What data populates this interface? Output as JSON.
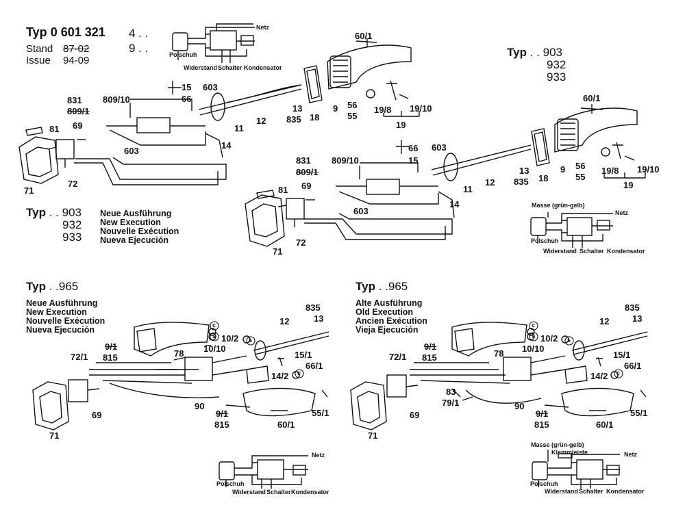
{
  "header": {
    "typ_word": "Typ",
    "typ_number": "0 601 321",
    "typ_suffix_1": "4 . .",
    "typ_suffix_2": "9 . .",
    "stand_label": "Stand",
    "stand_value": "87-02",
    "issue_label": "Issue",
    "issue_value": "94-09"
  },
  "typ_right": {
    "word": "Typ",
    "dots": ". .",
    "variants": [
      "903",
      "932",
      "933"
    ]
  },
  "typ_left": {
    "word": "Typ",
    "dots": ". .",
    "variants": [
      "903",
      "932",
      "933"
    ],
    "execution": [
      "Neue Ausführung",
      "New Execution",
      "Nouvelle Exécution",
      "Nueva Ejecución"
    ]
  },
  "typ_965_left": {
    "word": "Typ",
    "dots": ". .",
    "number": "965",
    "execution": [
      "Neue Ausführung",
      "New Execution",
      "Nouvelle Exécution",
      "Nueva Ejecución"
    ]
  },
  "typ_965_right": {
    "word": "Typ",
    "dots": ". .",
    "number": "965",
    "execution": [
      "Alte Ausführung",
      "Old Execution",
      "Ancien Exécution",
      "Vieja Ejecución"
    ]
  },
  "wiring": {
    "netz": "Netz",
    "polschuh": "Polschuh",
    "widerstand": "Widerstand",
    "schalter": "Schalter",
    "kondensator": "Kondensator",
    "masse": "Masse (grün-gelb)",
    "klemmleiste": "Klemmleiste"
  },
  "parts_top_left": {
    "p60_1": "60/1",
    "p15": "15",
    "p66": "66",
    "p603a": "603",
    "p831": "831",
    "p809_10": "809/10",
    "p809_1": "809/1",
    "p81": "81",
    "p69": "69",
    "p603b": "603",
    "p11": "11",
    "p12": "12",
    "p13": "13",
    "p835": "835",
    "p18": "18",
    "p9": "9",
    "p56": "56",
    "p55": "55",
    "p19_8": "19/8",
    "p19_10": "19/10",
    "p19": "19",
    "p14": "14",
    "p71": "71",
    "p72": "72"
  },
  "parts_top_right": {
    "p60_1": "60/1",
    "p66": "66",
    "p15": "15",
    "p603a": "603",
    "p831": "831",
    "p809_10": "809/10",
    "p809_1": "809/1",
    "p81": "81",
    "p69": "69",
    "p603b": "603",
    "p11": "11",
    "p12": "12",
    "p13": "13",
    "p835": "835",
    "p18": "18",
    "p9": "9",
    "p56": "56",
    "p55": "55",
    "p19_8": "19/8",
    "p19_10": "19/10",
    "p19": "19",
    "p14": "14",
    "p71": "71",
    "p72": "72"
  },
  "parts_bottom_left": {
    "p835": "835",
    "p13": "13",
    "p12": "12",
    "p10_2": "10/2",
    "p10_10": "10/10",
    "p9_1a": "9/1",
    "p815a": "815",
    "p72_1": "72/1",
    "p78": "78",
    "p15_1": "15/1",
    "p66_1": "66/1",
    "p14_2": "14/2",
    "p90": "90",
    "p9_1b": "9/1",
    "p815b": "815",
    "p60_1": "60/1",
    "p55_1": "55/1",
    "p69": "69",
    "p71": "71"
  },
  "parts_bottom_right": {
    "p835": "835",
    "p13": "13",
    "p12": "12",
    "p10_2": "10/2",
    "p10_10": "10/10",
    "p9_1a": "9/1",
    "p815a": "815",
    "p72_1": "72/1",
    "p78": "78",
    "p15_1": "15/1",
    "p66_1": "66/1",
    "p14_2": "14/2",
    "p83": "83",
    "p79_1": "79/1",
    "p90": "90",
    "p9_1b": "9/1",
    "p815b": "815",
    "p60_1": "60/1",
    "p55_1": "55/1",
    "p69": "69",
    "p71": "71"
  },
  "marks": {
    "c": "c",
    "s": "s"
  }
}
